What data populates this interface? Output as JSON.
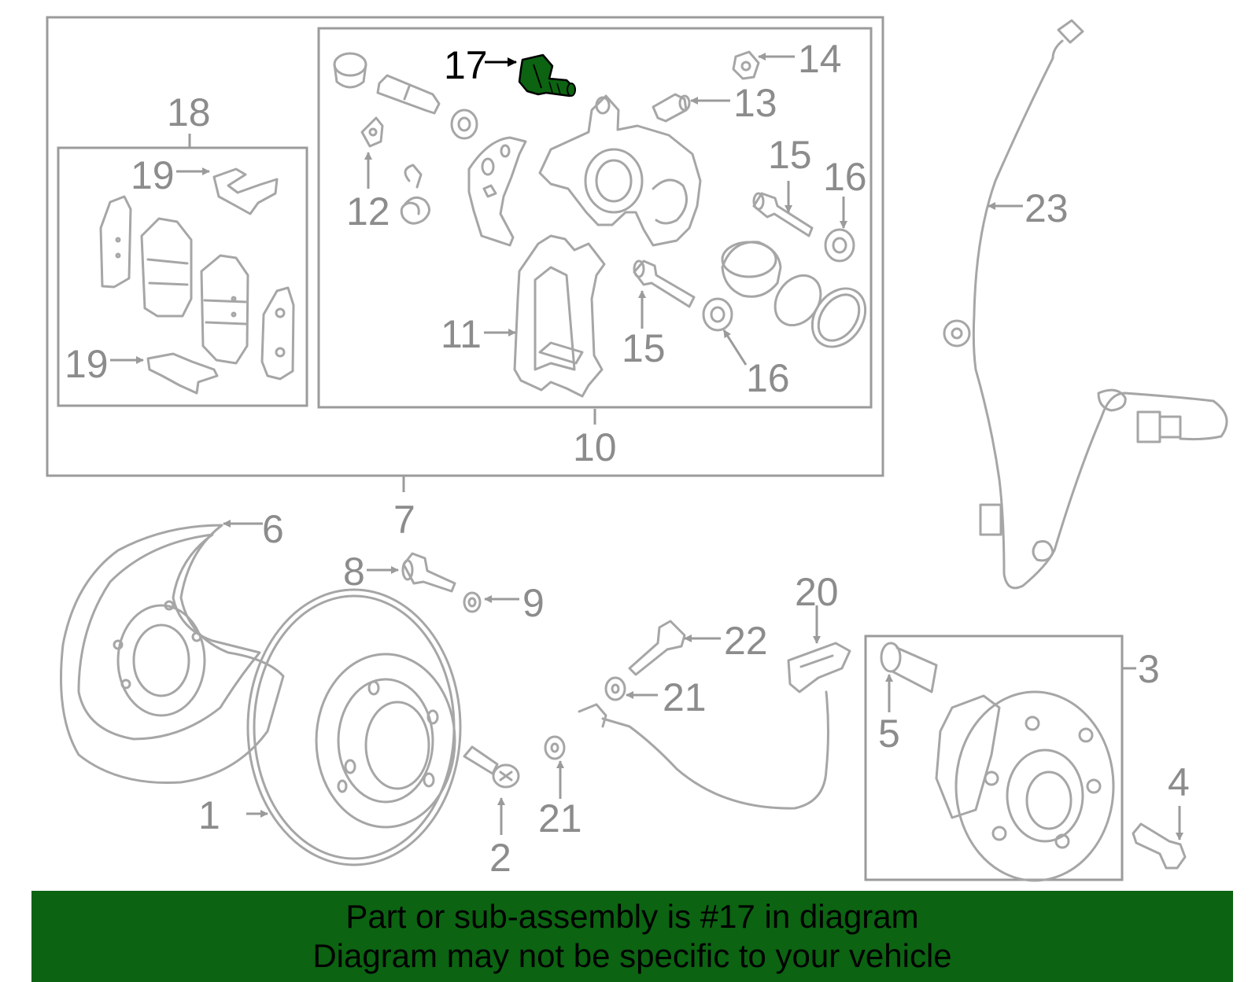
{
  "callouts": {
    "c1": "1",
    "c2": "2",
    "c3": "3",
    "c4": "4",
    "c5": "5",
    "c6": "6",
    "c7": "7",
    "c8": "8",
    "c9": "9",
    "c10": "10",
    "c11": "11",
    "c12": "12",
    "c13": "13",
    "c14": "14",
    "c15a": "15",
    "c15b": "15",
    "c16a": "16",
    "c16b": "16",
    "c17": "17",
    "c18": "18",
    "c19a": "19",
    "c19b": "19",
    "c20": "20",
    "c21a": "21",
    "c21b": "21",
    "c22": "22",
    "c23": "23"
  },
  "highlight": {
    "part_number": "17",
    "color": "#0c6312"
  },
  "banner": {
    "line1": "Part or sub-assembly is #17 in diagram",
    "line2": "Diagram may not be specific to your vehicle",
    "background": "#0c6312"
  }
}
